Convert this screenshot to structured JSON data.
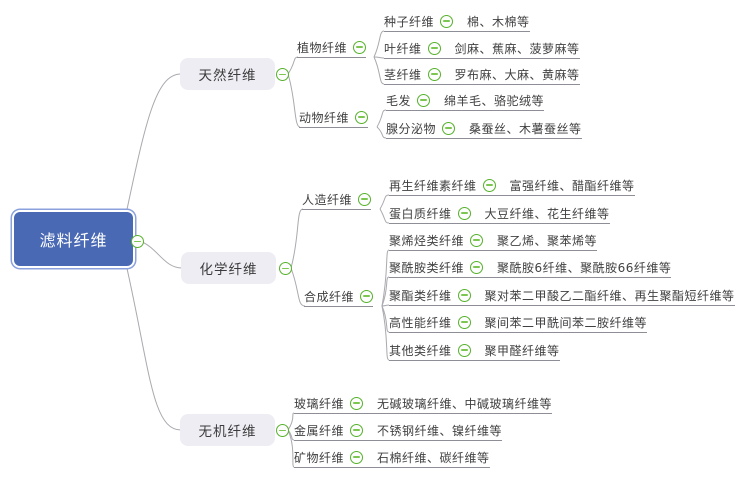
{
  "diagram_type": "mindmap",
  "colors": {
    "root_fill": "#4a69b4",
    "root_text": "#ffffff",
    "branch_fill": "#ededf3",
    "collapse_icon_green": "#55b22a",
    "connector_line": "#a9a9af",
    "node_text": "#404040"
  },
  "root": {
    "label": "滤料纤维"
  },
  "branches": [
    {
      "label": "天然纤维",
      "children": [
        {
          "label": "植物纤维",
          "children": [
            {
              "label": "种子纤维",
              "content": "棉、木棉等"
            },
            {
              "label": "叶纤维",
              "content": "剑麻、蕉麻、菠萝麻等"
            },
            {
              "label": "茎纤维",
              "content": "罗布麻、大麻、黄麻等"
            }
          ]
        },
        {
          "label": "动物纤维",
          "children": [
            {
              "label": "毛发",
              "content": "绵羊毛、骆驼绒等"
            },
            {
              "label": "腺分泌物",
              "content": "桑蚕丝、木薯蚕丝等"
            }
          ]
        }
      ]
    },
    {
      "label": "化学纤维",
      "children": [
        {
          "label": "人造纤维",
          "children": [
            {
              "label": "再生纤维素纤维",
              "content": "富强纤维、醋酯纤维等"
            },
            {
              "label": "蛋白质纤维",
              "content": "大豆纤维、花生纤维等"
            }
          ]
        },
        {
          "label": "合成纤维",
          "children": [
            {
              "label": "聚烯烃类纤维",
              "content": "聚乙烯、聚苯烯等"
            },
            {
              "label": "聚酰胺类纤维",
              "content": "聚酰胺6纤维、聚酰胺66纤维等"
            },
            {
              "label": "聚酯类纤维",
              "content": "聚对苯二甲酸乙二酯纤维、再生聚酯短纤维等"
            },
            {
              "label": "高性能纤维",
              "content": "聚间苯二甲酰间苯二胺纤维等"
            },
            {
              "label": "其他类纤维",
              "content": "聚甲醛纤维等"
            }
          ]
        }
      ]
    },
    {
      "label": "无机纤维",
      "children": [
        {
          "label": "玻璃纤维",
          "content": "无碱玻璃纤维、中碱玻璃纤维等"
        },
        {
          "label": "金属纤维",
          "content": "不锈钢纤维、镍纤维等"
        },
        {
          "label": "矿物纤维",
          "content": "石棉纤维、碳纤维等"
        }
      ]
    }
  ]
}
